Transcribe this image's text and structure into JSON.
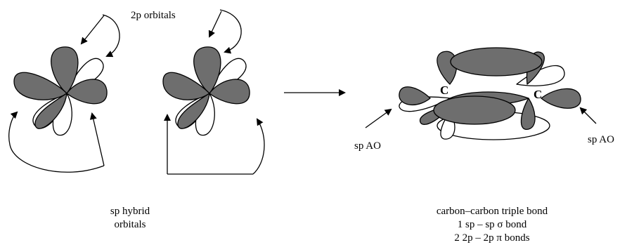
{
  "labels": {
    "two_p_orbitals": "2p orbitals",
    "carbon_left": "C",
    "carbon_right": "C",
    "sp_ao_left": "sp AO",
    "sp_ao_right": "sp AO"
  },
  "captions": {
    "left": [
      "sp hybrid",
      "orbitals"
    ],
    "right": [
      "carbon–carbon triple bond",
      "1 sp – sp σ bond",
      "2 2p – 2p π bonds"
    ]
  },
  "colors": {
    "lobe_dark": "#6e6e6e",
    "lobe_light": "#ffffff",
    "line": "#000000"
  }
}
